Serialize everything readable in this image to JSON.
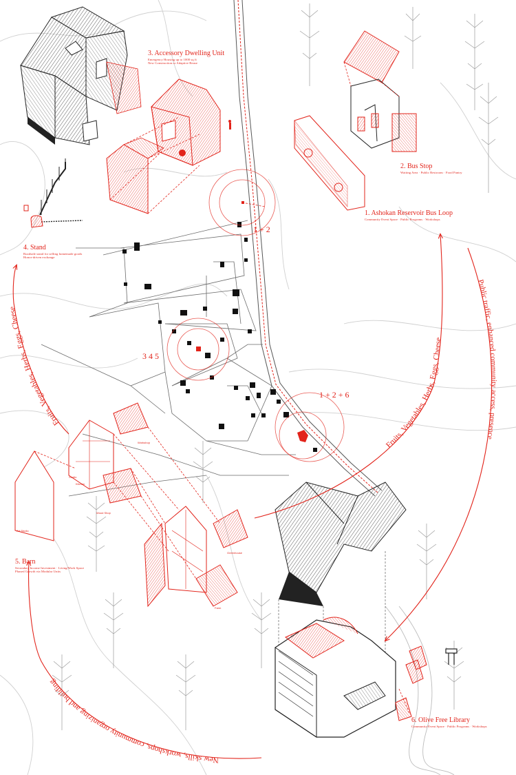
{
  "colors": {
    "accent": "#e2231a",
    "ink": "#1a1a1a",
    "topo": "#c9c9c9"
  },
  "sites": {
    "bus_loop": {
      "title": "1. Ashokan Reservoir Bus Loop",
      "sub": "Community Event Space · Public Programs · Workshops"
    },
    "bus_stop": {
      "title": "2. Bus Stop",
      "sub": "Waiting Area · Public Restroom · Food Pantry"
    },
    "adu": {
      "title": "3. Accessory Dwelling Unit",
      "sub1": "Emergency Housing up to 1000 sq ft",
      "sub2": "New Construction or Adaptive Reuse"
    },
    "stand": {
      "title": "4. Stand",
      "sub1": "Roadside stand for selling homemade goods",
      "sub2": "Honor-driven exchange"
    },
    "barn": {
      "title": "5. Barn",
      "sub1": "Secondary Income Investment · Living/Work Space",
      "sub2": "Phased Growth via Modular Units"
    },
    "library": {
      "title": "6. Olive Free Library",
      "sub": "Community Event Space · Public Programs · Workshops"
    }
  },
  "map_labels": {
    "a": "1 + 2",
    "b": "3   4   5",
    "c": "1 + 2 + 6"
  },
  "barn_labels": {
    "l1": "Art Studio",
    "l2": "Workshop",
    "l3": "Kitchen",
    "l4": "Studio",
    "l5": "Greenhouse",
    "l6": "Farm",
    "l7": "Wood Shop"
  },
  "arcs": {
    "left_top": "Fruits, Vegetables, Herbs, Eggs, Cheese",
    "mid": "Fruits, Vegetables, Herbs, Eggs, Cheese",
    "right": "Public traffic, enhanced community access, presence",
    "bottom": "New skills, workshops, community organizing and building"
  }
}
